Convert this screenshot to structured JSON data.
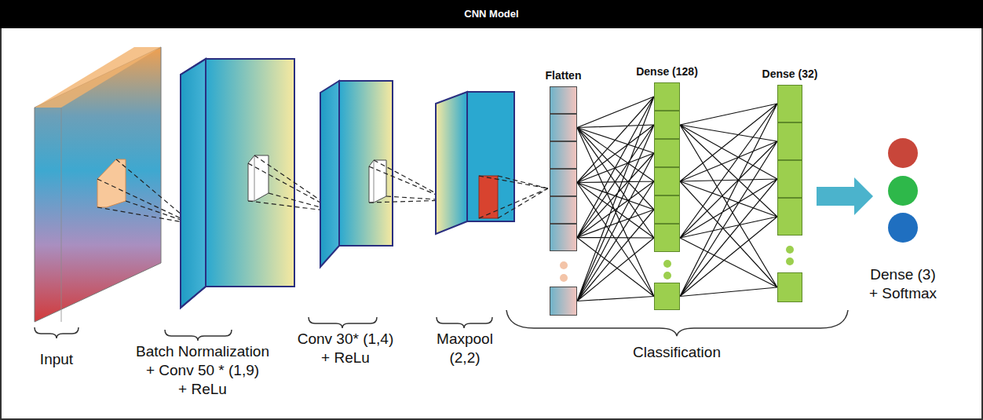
{
  "diagram": {
    "title": "CNN Model",
    "nodes": [
      {
        "text": [
          "Flatten"
        ]
      },
      {
        "text": [
          "Dense (128)"
        ]
      },
      {
        "text": [
          "Dense (32)"
        ]
      }
    ],
    "edges": [
      {
        "from": 0,
        "to": 1,
        "arrow": "none"
      },
      {
        "from": 1,
        "to": 2,
        "arrow": "none"
      }
    ],
    "labels": [
      "Input",
      "Batch Normalization + Conv 50 * (1,9) + ReLu",
      "Conv 30* (1,4) + ReLu",
      "Maxpool (2,2)",
      "Classification",
      "Dense (3) + Softmax"
    ]
  }
}
